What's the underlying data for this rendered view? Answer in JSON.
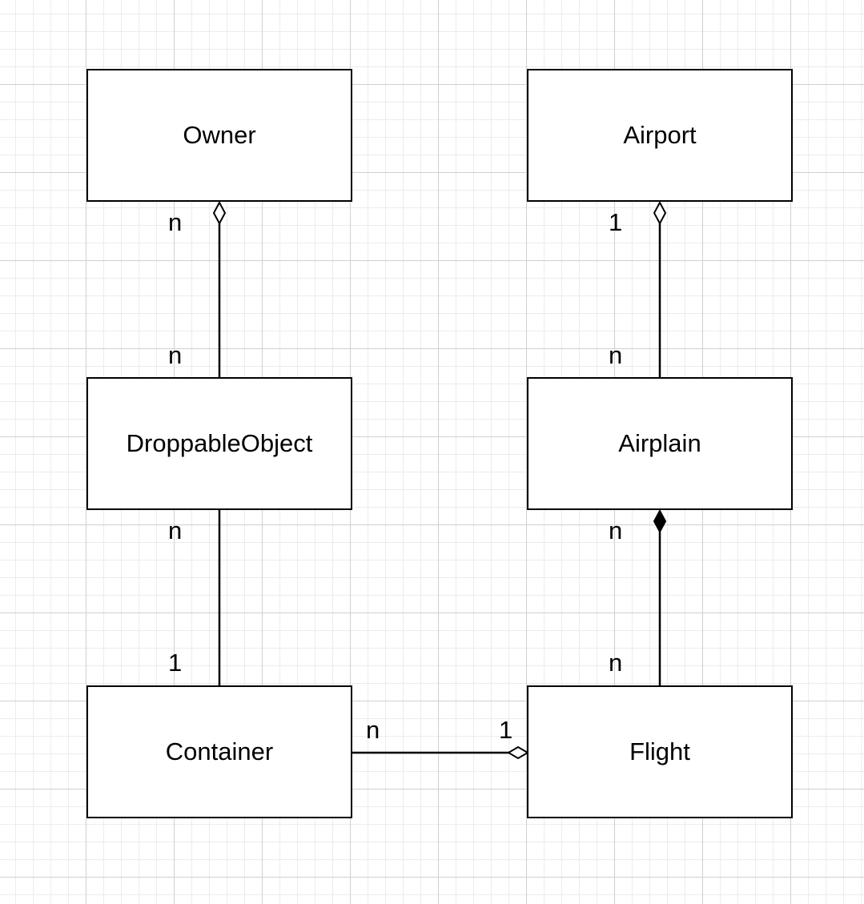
{
  "entities": {
    "owner": "Owner",
    "airport": "Airport",
    "droppable_object": "DroppableObject",
    "airplain": "Airplain",
    "container": "Container",
    "flight": "Flight"
  },
  "relationships": {
    "owner_droppable": {
      "from_mult": "n",
      "to_mult": "n",
      "kind": "aggregation"
    },
    "droppable_container": {
      "from_mult": "n",
      "to_mult": "1",
      "kind": "association"
    },
    "airport_airplain": {
      "from_mult": "1",
      "to_mult": "n",
      "kind": "aggregation"
    },
    "airplain_flight": {
      "from_mult": "n",
      "to_mult": "n",
      "kind": "composition"
    },
    "container_flight": {
      "from_mult": "n",
      "to_mult": "1",
      "kind": "aggregation"
    }
  },
  "colors": {
    "line": "#000000",
    "grid_major": "#d0d0d0",
    "grid_minor": "#ececec",
    "background": "#ffffff"
  }
}
